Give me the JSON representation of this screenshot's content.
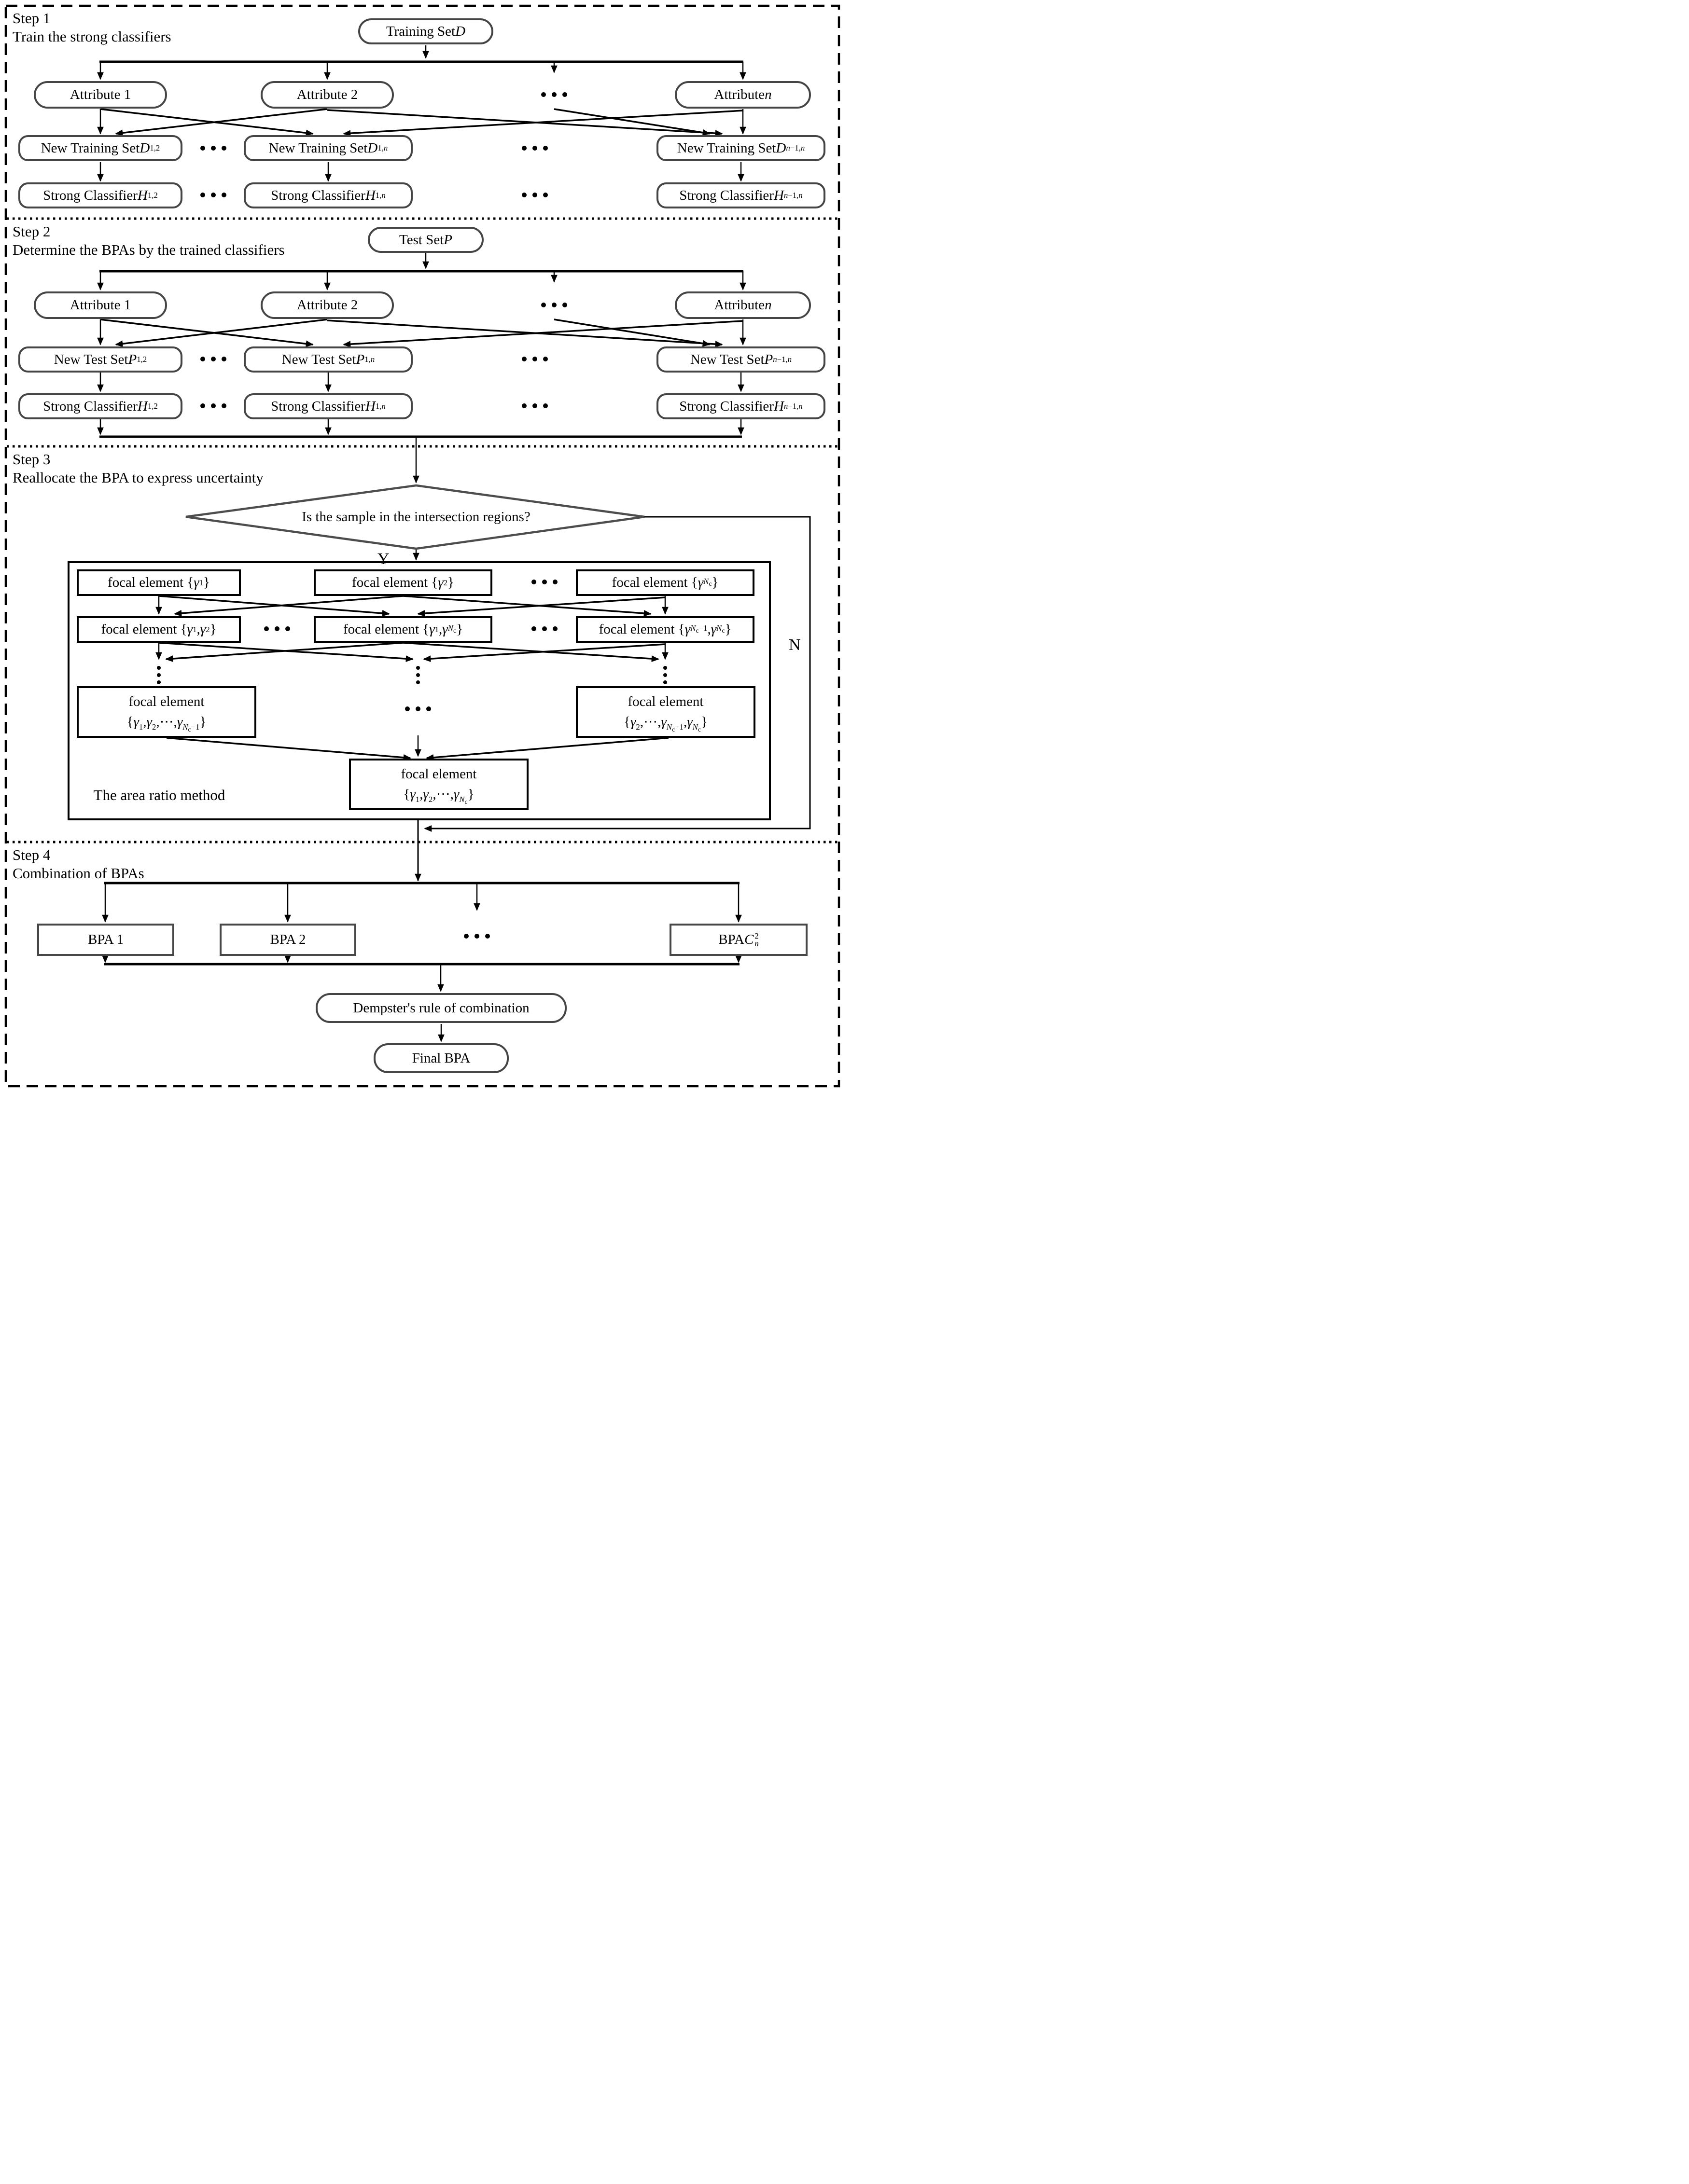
{
  "steps": [
    {
      "label": "Step 1",
      "description": "Train the strong classifiers"
    },
    {
      "label": "Step 2",
      "description": "Determine the BPAs by the trained classifiers"
    },
    {
      "label": "Step 3",
      "description": "Reallocate the BPA to express uncertainty"
    },
    {
      "label": "Step 4",
      "description": "Combination of BPAs"
    }
  ],
  "step1": {
    "source": "Training Set <i>D</i>",
    "attributes": [
      "Attribute 1",
      "Attribute 2",
      "Attribute <i>n</i>"
    ],
    "new_sets": [
      "New Training Set <i>D</i><sub>1,2</sub>",
      "New Training Set <i>D</i><sub>1,<i>n</i></sub>",
      "New Training Set <i>D</i><sub><i>n</i>−1,<i>n</i></sub>"
    ],
    "classifiers": [
      "Strong Classifier <i>H</i><sub>1,2</sub>",
      "Strong Classifier <i>H</i><sub>1,<i>n</i></sub>",
      "Strong Classifier <i>H</i><sub><i>n</i>−1,<i>n</i></sub>"
    ]
  },
  "step2": {
    "source": "Test Set <i>P</i>",
    "attributes": [
      "Attribute 1",
      "Attribute 2",
      "Attribute <i>n</i>"
    ],
    "new_sets": [
      "New Test Set <i>P</i><sub>1,2</sub>",
      "New Test Set <i>P</i><sub>1,<i>n</i></sub>",
      "New Test Set <i>P</i><sub><i>n</i>−1,<i>n</i></sub>"
    ],
    "classifiers": [
      "Strong Classifier <i>H</i><sub>1,2</sub>",
      "Strong Classifier <i>H</i><sub>1,<i>n</i></sub>",
      "Strong Classifier <i>H</i><sub><i>n</i>−1,<i>n</i></sub>"
    ]
  },
  "step3": {
    "decision": "Is the sample in the intersection regions?",
    "yes_label": "Y",
    "no_label": "N",
    "focal_row1": [
      "focal element {<i>γ</i><sub>1</sub>}",
      "focal element {<i>γ</i><sub>2</sub>}",
      "focal element {<i>γ</i><sub><i>N</i><sub>c</sub></sub>}"
    ],
    "focal_row2": [
      "focal element {<i>γ</i><sub>1</sub>,<i>γ</i><sub>2</sub>}",
      "focal element {<i>γ</i><sub>1</sub>,<i>γ</i><sub><i>N</i><sub>c</sub></sub>}",
      "focal element {<i>γ</i><sub><i>N</i><sub>c</sub>−1</sub>,<i>γ</i><sub><i>N</i><sub>c</sub></sub>}"
    ],
    "focal_row3": [
      {
        "line1": "focal element",
        "line2": "{<i>γ</i><sub>1</sub>,<i>γ</i><sub>2</sub>,⋯,<i>γ</i><sub><i>N</i><sub>c</sub>−1</sub>}"
      },
      {
        "line1": "focal element",
        "line2": "{<i>γ</i><sub>2</sub>,⋯,<i>γ</i><sub><i>N</i><sub>c</sub>−1</sub>,<i>γ</i><sub><i>N</i><sub>c</sub></sub>}"
      }
    ],
    "focal_final": {
      "line1": "focal element",
      "line2": "{<i>γ</i><sub>1</sub>,<i>γ</i><sub>2</sub>,⋯,<i>γ</i><sub><i>N</i><sub>c</sub></sub>}"
    },
    "method_label": "The area ratio method"
  },
  "step4": {
    "bpas": [
      "BPA 1",
      "BPA 2",
      "BPA <i>C</i><span class='ss'><span>2</span><span><i>n</i></span></span>"
    ],
    "combiner": "Dempster's rule of combination",
    "result": "Final BPA"
  }
}
